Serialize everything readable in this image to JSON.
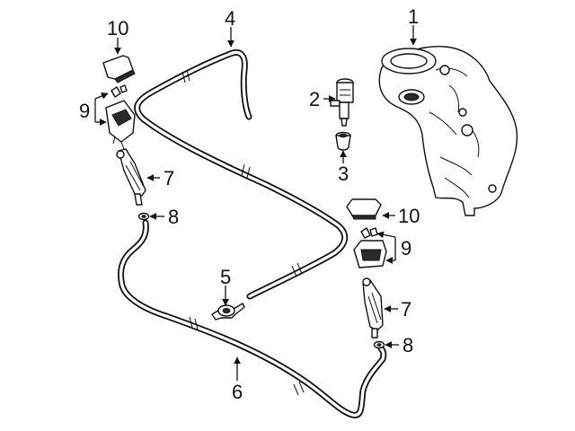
{
  "diagram": {
    "callouts": {
      "c1": "1",
      "c2": "2",
      "c3": "3",
      "c4": "4",
      "c5": "5",
      "c6": "6",
      "c7a": "7",
      "c7b": "7",
      "c8a": "8",
      "c8b": "8",
      "c9a": "9",
      "c9b": "9",
      "c10a": "10",
      "c10b": "10"
    }
  }
}
